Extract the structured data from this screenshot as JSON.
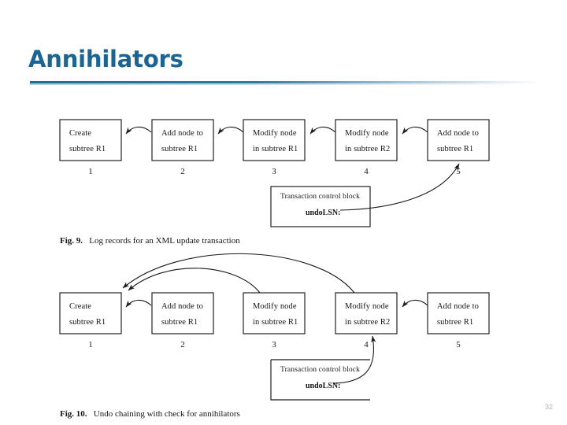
{
  "slide": {
    "title": "Annihilators",
    "page_number": "32",
    "accent_color": "#1a6593"
  },
  "figure9": {
    "caption_label": "Fig. 9.",
    "caption_text": "Log records for an XML update transaction",
    "boxes": [
      {
        "index": "1",
        "line1": "Create",
        "line2": "subtree R1"
      },
      {
        "index": "2",
        "line1": "Add node to",
        "line2": "subtree R1"
      },
      {
        "index": "3",
        "line1": "Modify node",
        "line2": "in subtree R1"
      },
      {
        "index": "4",
        "line1": "Modify node",
        "line2": "in subtree R2"
      },
      {
        "index": "5",
        "line1": "Add node to",
        "line2": "subtree R1"
      }
    ],
    "control_block": {
      "title": "Transaction control block",
      "field": "undoLSN:"
    }
  },
  "figure10": {
    "caption_label": "Fig. 10.",
    "caption_text": "Undo chaining with check for annihilators",
    "boxes": [
      {
        "index": "1",
        "line1": "Create",
        "line2": "subtree R1"
      },
      {
        "index": "2",
        "line1": "Add node to",
        "line2": "subtree R1"
      },
      {
        "index": "3",
        "line1": "Modify node",
        "line2": "in subtree R1"
      },
      {
        "index": "4",
        "line1": "Modify node",
        "line2": "in subtree R2"
      },
      {
        "index": "5",
        "line1": "Add node to",
        "line2": "subtree R1"
      }
    ],
    "control_block": {
      "title": "Transaction control block",
      "field": "undoLSN:"
    }
  }
}
